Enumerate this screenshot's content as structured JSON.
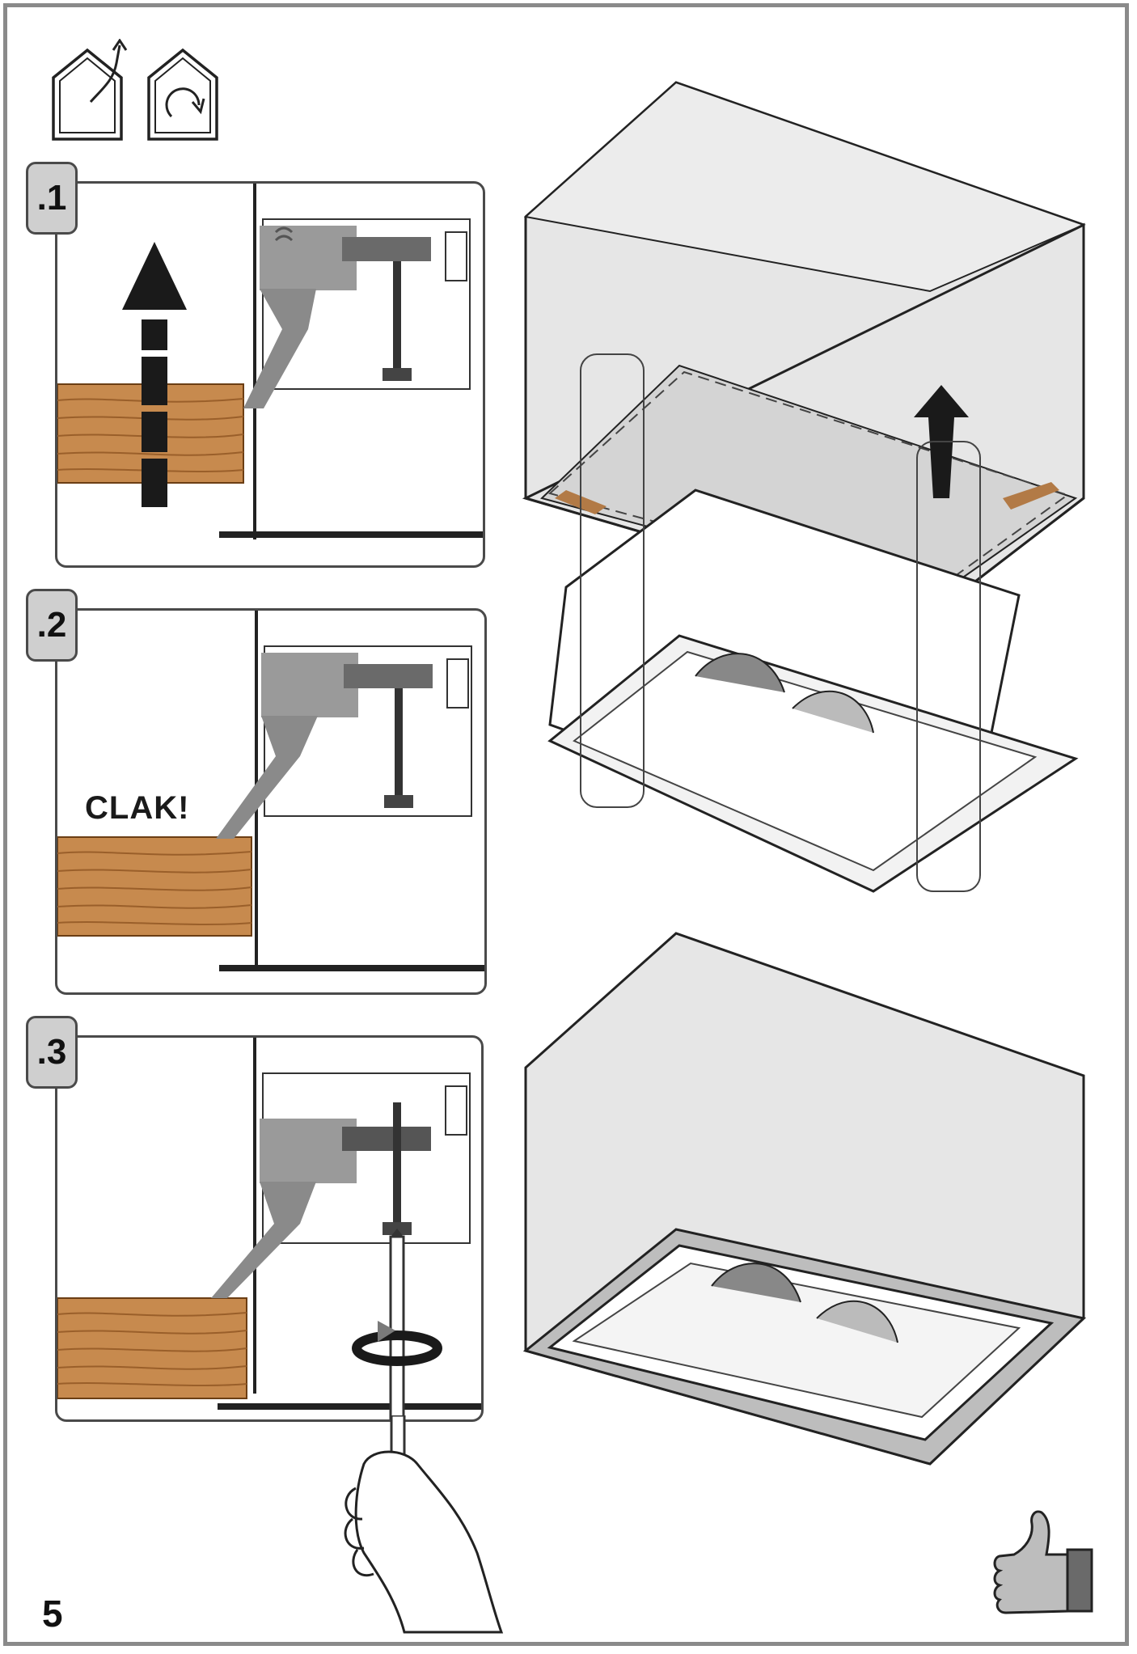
{
  "page": {
    "number": "5"
  },
  "steps": [
    {
      "label": ".1"
    },
    {
      "label": ".2",
      "sound": "CLAK!"
    },
    {
      "label": ".3"
    }
  ],
  "icons": {
    "top_left": [
      "ducted-extraction-icon",
      "recirculation-icon"
    ],
    "bottom_right": "thumbs-up-icon"
  },
  "colors": {
    "wood": "#c78a4e",
    "wood_grain": "#9a5f2a",
    "hood_fill": "#e4e4e4",
    "cabinet_fill": "#ececec",
    "outline": "#2a2a2a",
    "arrow": "#1a1a1a",
    "frame": "#8a8a8a"
  }
}
